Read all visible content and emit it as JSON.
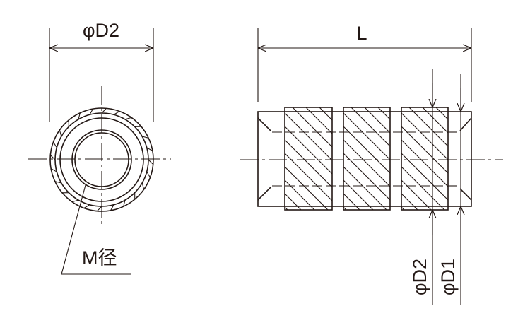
{
  "drawing": {
    "front_view": {
      "diameter_label": "φD2",
      "thread_label": "M径"
    },
    "side_view": {
      "length_label": "L",
      "outer_diameter_label": "φD2",
      "body_diameter_label": "φD1"
    },
    "line_color": "#231815"
  }
}
